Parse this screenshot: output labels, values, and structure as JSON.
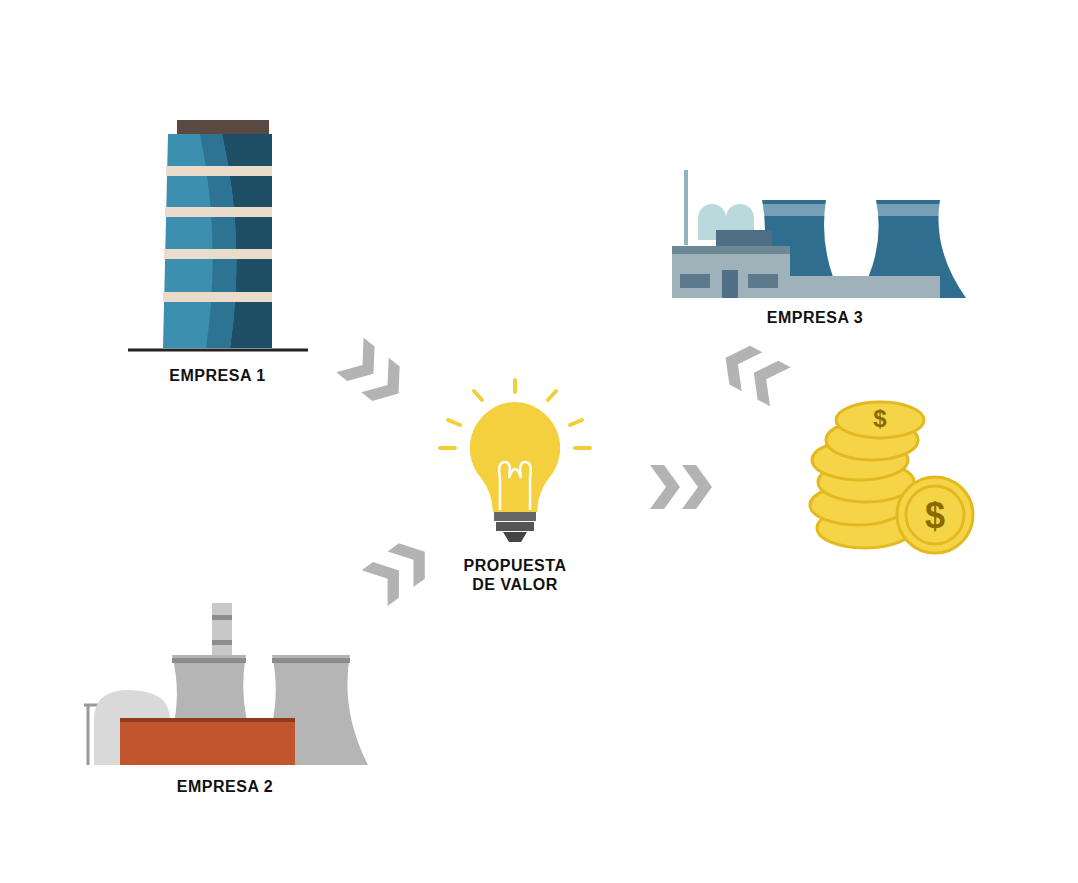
{
  "diagram": {
    "nodes": [
      {
        "text": [
          "EMPRESA 1"
        ]
      },
      {
        "text": [
          "EMPRESA 3"
        ]
      },
      {
        "text": [
          "PROPUESTA DE VALOR"
        ]
      },
      {
        "text": [
          "EMPRESA 2"
        ]
      }
    ],
    "edges": [
      {
        "from": 0,
        "to": 2,
        "arrow": "to"
      },
      {
        "from": 3,
        "to": 2,
        "arrow": "to"
      }
    ],
    "labels": [
      "$",
      "$"
    ]
  }
}
